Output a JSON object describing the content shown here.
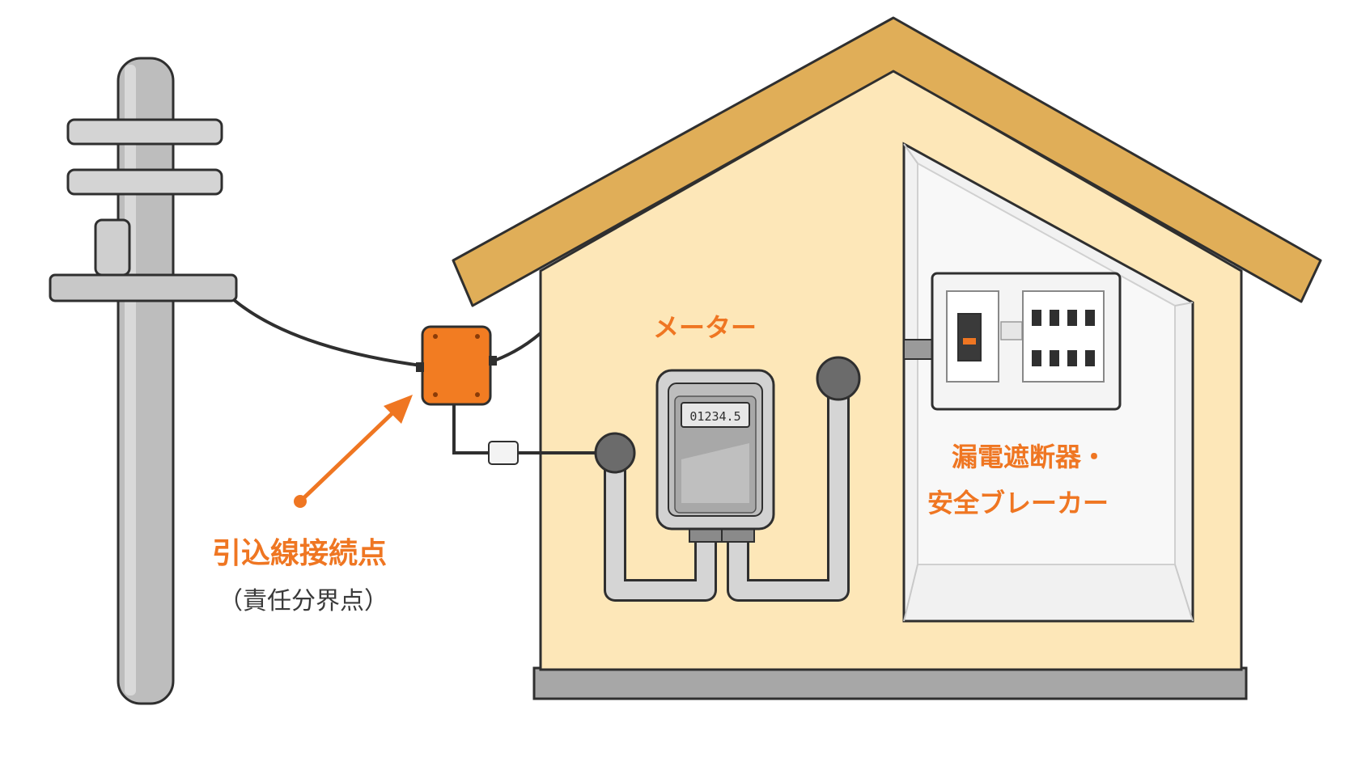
{
  "labels": {
    "meter": "メーター",
    "junction_title": "引込線接続点",
    "junction_sub": "（責任分界点）",
    "breaker_line1": "漏電遮断器・",
    "breaker_line2": "安全ブレーカー"
  },
  "meter_display": "01234.5",
  "colors": {
    "accent": "#ef7622",
    "wall": "#fde7b8",
    "roof": "#e0ae58",
    "pole": "#bdbdbd",
    "junction_box": "#f27c22",
    "outline": "#2f2f2f"
  },
  "icons": [
    "utility-pole-icon",
    "junction-box-icon",
    "arrow-icon",
    "electric-meter-icon",
    "breaker-panel-icon",
    "house-icon"
  ]
}
